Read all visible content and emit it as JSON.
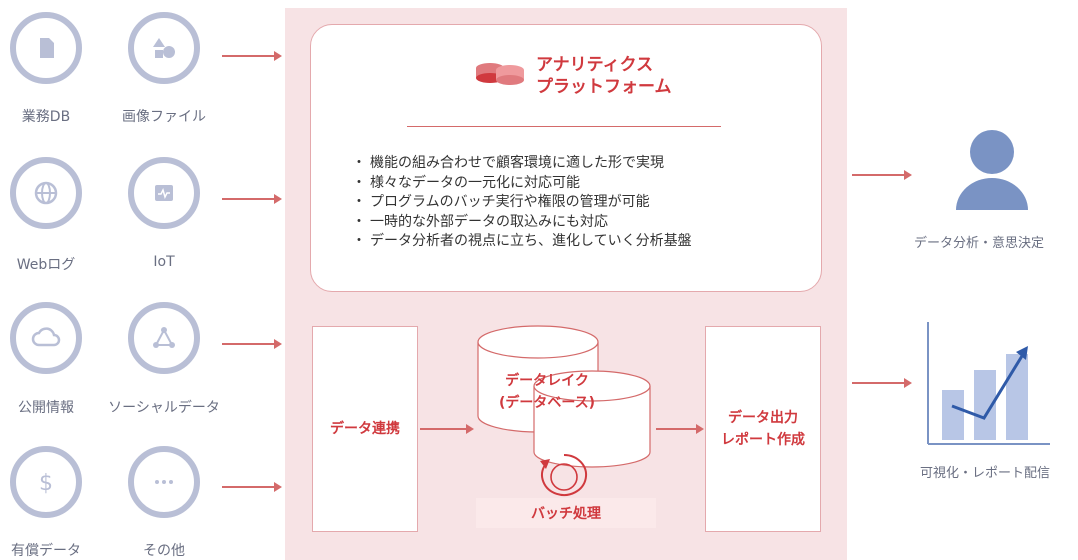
{
  "sources": [
    {
      "label": "業務DB",
      "icon": "document-icon"
    },
    {
      "label": "画像ファイル",
      "icon": "shapes-icon"
    },
    {
      "label": "Webログ",
      "icon": "globe-icon"
    },
    {
      "label": "IoT",
      "icon": "chip-icon"
    },
    {
      "label": "公開情報",
      "icon": "cloud-icon"
    },
    {
      "label": "ソーシャルデータ",
      "icon": "network-icon"
    },
    {
      "label": "有償データ",
      "icon": "dollar-icon"
    },
    {
      "label": "その他",
      "icon": "ellipsis-icon"
    }
  ],
  "platform": {
    "title_line1": "アナリティクス",
    "title_line2": "プラットフォーム",
    "features": [
      "機能の組み合わせで顧客環境に適した形で実現",
      "様々なデータの一元化に対応可能",
      "プログラムのバッチ実行や権限の管理が可能",
      "一時的な外部データの取込みにも対応",
      "データ分析者の視点に立ち、進化していく分析基盤"
    ]
  },
  "pipeline": {
    "integration": "データ連携",
    "lake_line1": "データレイク",
    "lake_line2": "(データベース)",
    "output_line1": "データ出力",
    "output_line2": "レポート作成",
    "batch": "バッチ処理"
  },
  "outputs": {
    "decision": "データ分析・意思決定",
    "visualization": "可視化・レポート配信"
  },
  "colors": {
    "accent": "#d0393e",
    "platform_bg": "#f7e3e5",
    "icon_ring": "#b9bfd6",
    "person": "#7a93c4",
    "bar": "#b8c6e6"
  }
}
